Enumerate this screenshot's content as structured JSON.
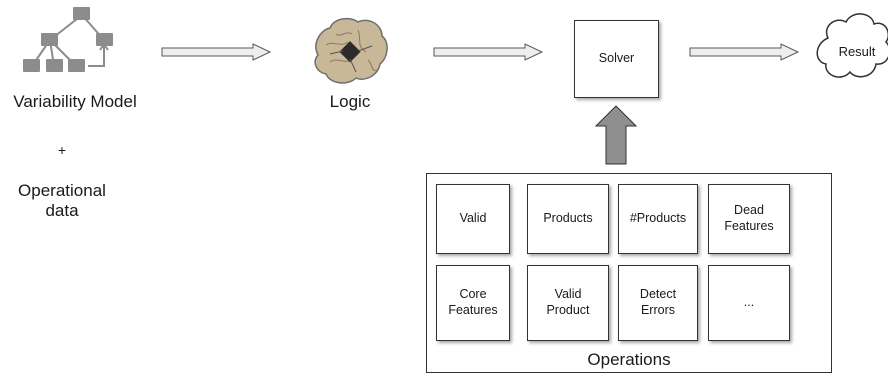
{
  "inputs": {
    "variability_model_label": "Variability Model",
    "plus_sign": "+",
    "operational_data_label": "Operational\ndata"
  },
  "logic": {
    "label": "Logic"
  },
  "solver": {
    "label": "Solver"
  },
  "result": {
    "label": "Result"
  },
  "operations": {
    "title": "Operations",
    "items": [
      {
        "label": "Valid"
      },
      {
        "label": "Products"
      },
      {
        "label": "#Products"
      },
      {
        "label": "Dead\nFeatures"
      },
      {
        "label": "Core\nFeatures"
      },
      {
        "label": "Valid\nProduct"
      },
      {
        "label": "Detect\nErrors"
      },
      {
        "label": "..."
      }
    ]
  },
  "colors": {
    "icon_gray": "#8c8c8c",
    "arrow_fill": "#eeeeee",
    "up_arrow_fill": "#8f8f8f",
    "brain_fill": "#c9b897"
  }
}
